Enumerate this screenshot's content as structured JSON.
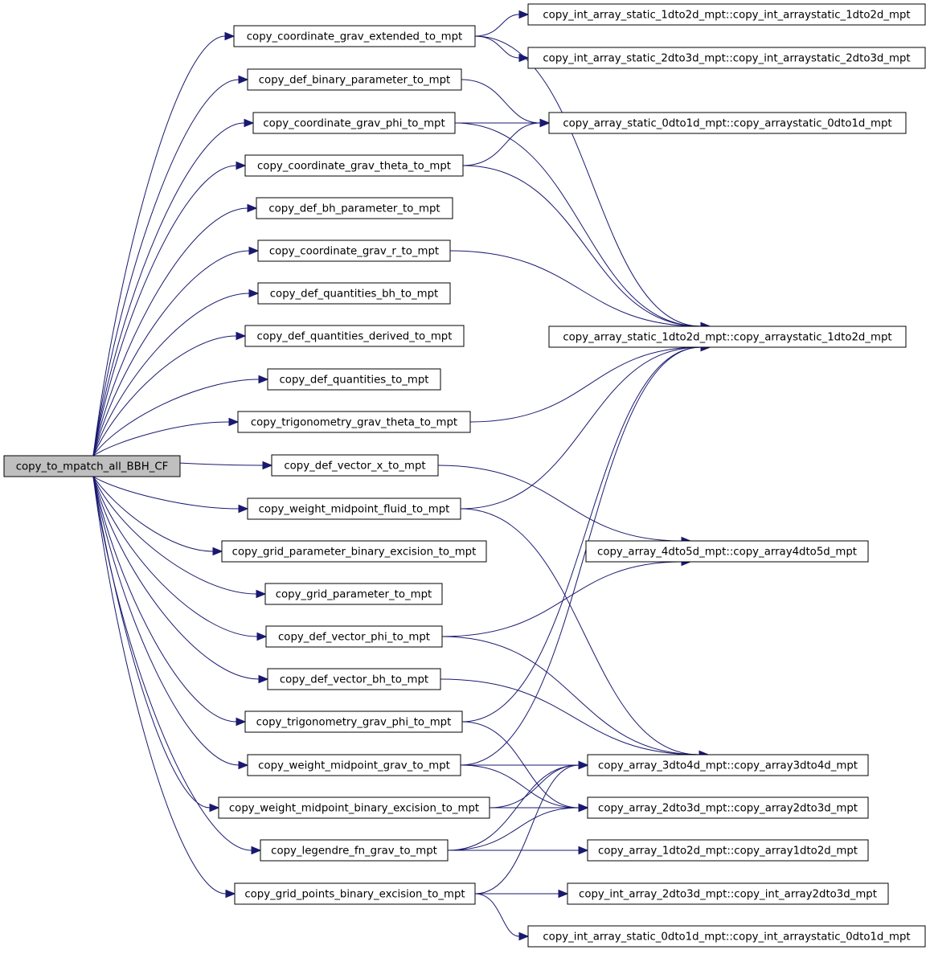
{
  "graph": {
    "root": "copy_to_mpatch_all_BBH_CF",
    "callees": [
      "copy_coordinate_grav_extended_to_mpt",
      "copy_def_binary_parameter_to_mpt",
      "copy_coordinate_grav_phi_to_mpt",
      "copy_coordinate_grav_theta_to_mpt",
      "copy_def_bh_parameter_to_mpt",
      "copy_coordinate_grav_r_to_mpt",
      "copy_def_quantities_bh_to_mpt",
      "copy_def_quantities_derived_to_mpt",
      "copy_def_quantities_to_mpt",
      "copy_trigonometry_grav_theta_to_mpt",
      "copy_def_vector_x_to_mpt",
      "copy_weight_midpoint_fluid_to_mpt",
      "copy_grid_parameter_binary_excision_to_mpt",
      "copy_grid_parameter_to_mpt",
      "copy_def_vector_phi_to_mpt",
      "copy_def_vector_bh_to_mpt",
      "copy_trigonometry_grav_phi_to_mpt",
      "copy_weight_midpoint_grav_to_mpt",
      "copy_weight_midpoint_binary_excision_to_mpt",
      "copy_legendre_fn_grav_to_mpt",
      "copy_grid_points_binary_excision_to_mpt"
    ],
    "targets": [
      "copy_int_array_static_1dto2d_mpt::copy_int_arraystatic_1dto2d_mpt",
      "copy_int_array_static_2dto3d_mpt::copy_int_arraystatic_2dto3d_mpt",
      "copy_array_static_0dto1d_mpt::copy_arraystatic_0dto1d_mpt",
      "copy_array_static_1dto2d_mpt::copy_arraystatic_1dto2d_mpt",
      "copy_array_4dto5d_mpt::copy_array4dto5d_mpt",
      "copy_array_3dto4d_mpt::copy_array3dto4d_mpt",
      "copy_array_2dto3d_mpt::copy_array2dto3d_mpt",
      "copy_array_1dto2d_mpt::copy_array1dto2d_mpt",
      "copy_int_array_2dto3d_mpt::copy_int_array2dto3d_mpt",
      "copy_int_array_static_0dto1d_mpt::copy_int_arraystatic_0dto1d_mpt"
    ],
    "calls": [
      [
        0,
        0
      ],
      [
        0,
        1
      ],
      [
        0,
        3
      ],
      [
        1,
        2
      ],
      [
        2,
        2
      ],
      [
        2,
        3
      ],
      [
        3,
        2
      ],
      [
        3,
        3
      ],
      [
        5,
        3
      ],
      [
        9,
        3
      ],
      [
        10,
        4
      ],
      [
        11,
        3
      ],
      [
        11,
        5
      ],
      [
        14,
        4
      ],
      [
        14,
        5
      ],
      [
        15,
        5
      ],
      [
        16,
        3
      ],
      [
        16,
        6
      ],
      [
        17,
        3
      ],
      [
        17,
        5
      ],
      [
        17,
        6
      ],
      [
        18,
        5
      ],
      [
        18,
        6
      ],
      [
        19,
        5
      ],
      [
        19,
        6
      ],
      [
        19,
        7
      ],
      [
        20,
        5
      ],
      [
        20,
        8
      ],
      [
        20,
        9
      ]
    ],
    "colors": {
      "edge": "#191970",
      "root_fill": "#bfbfbf",
      "node_fill": "#ffffff",
      "node_stroke": "#000000"
    }
  }
}
